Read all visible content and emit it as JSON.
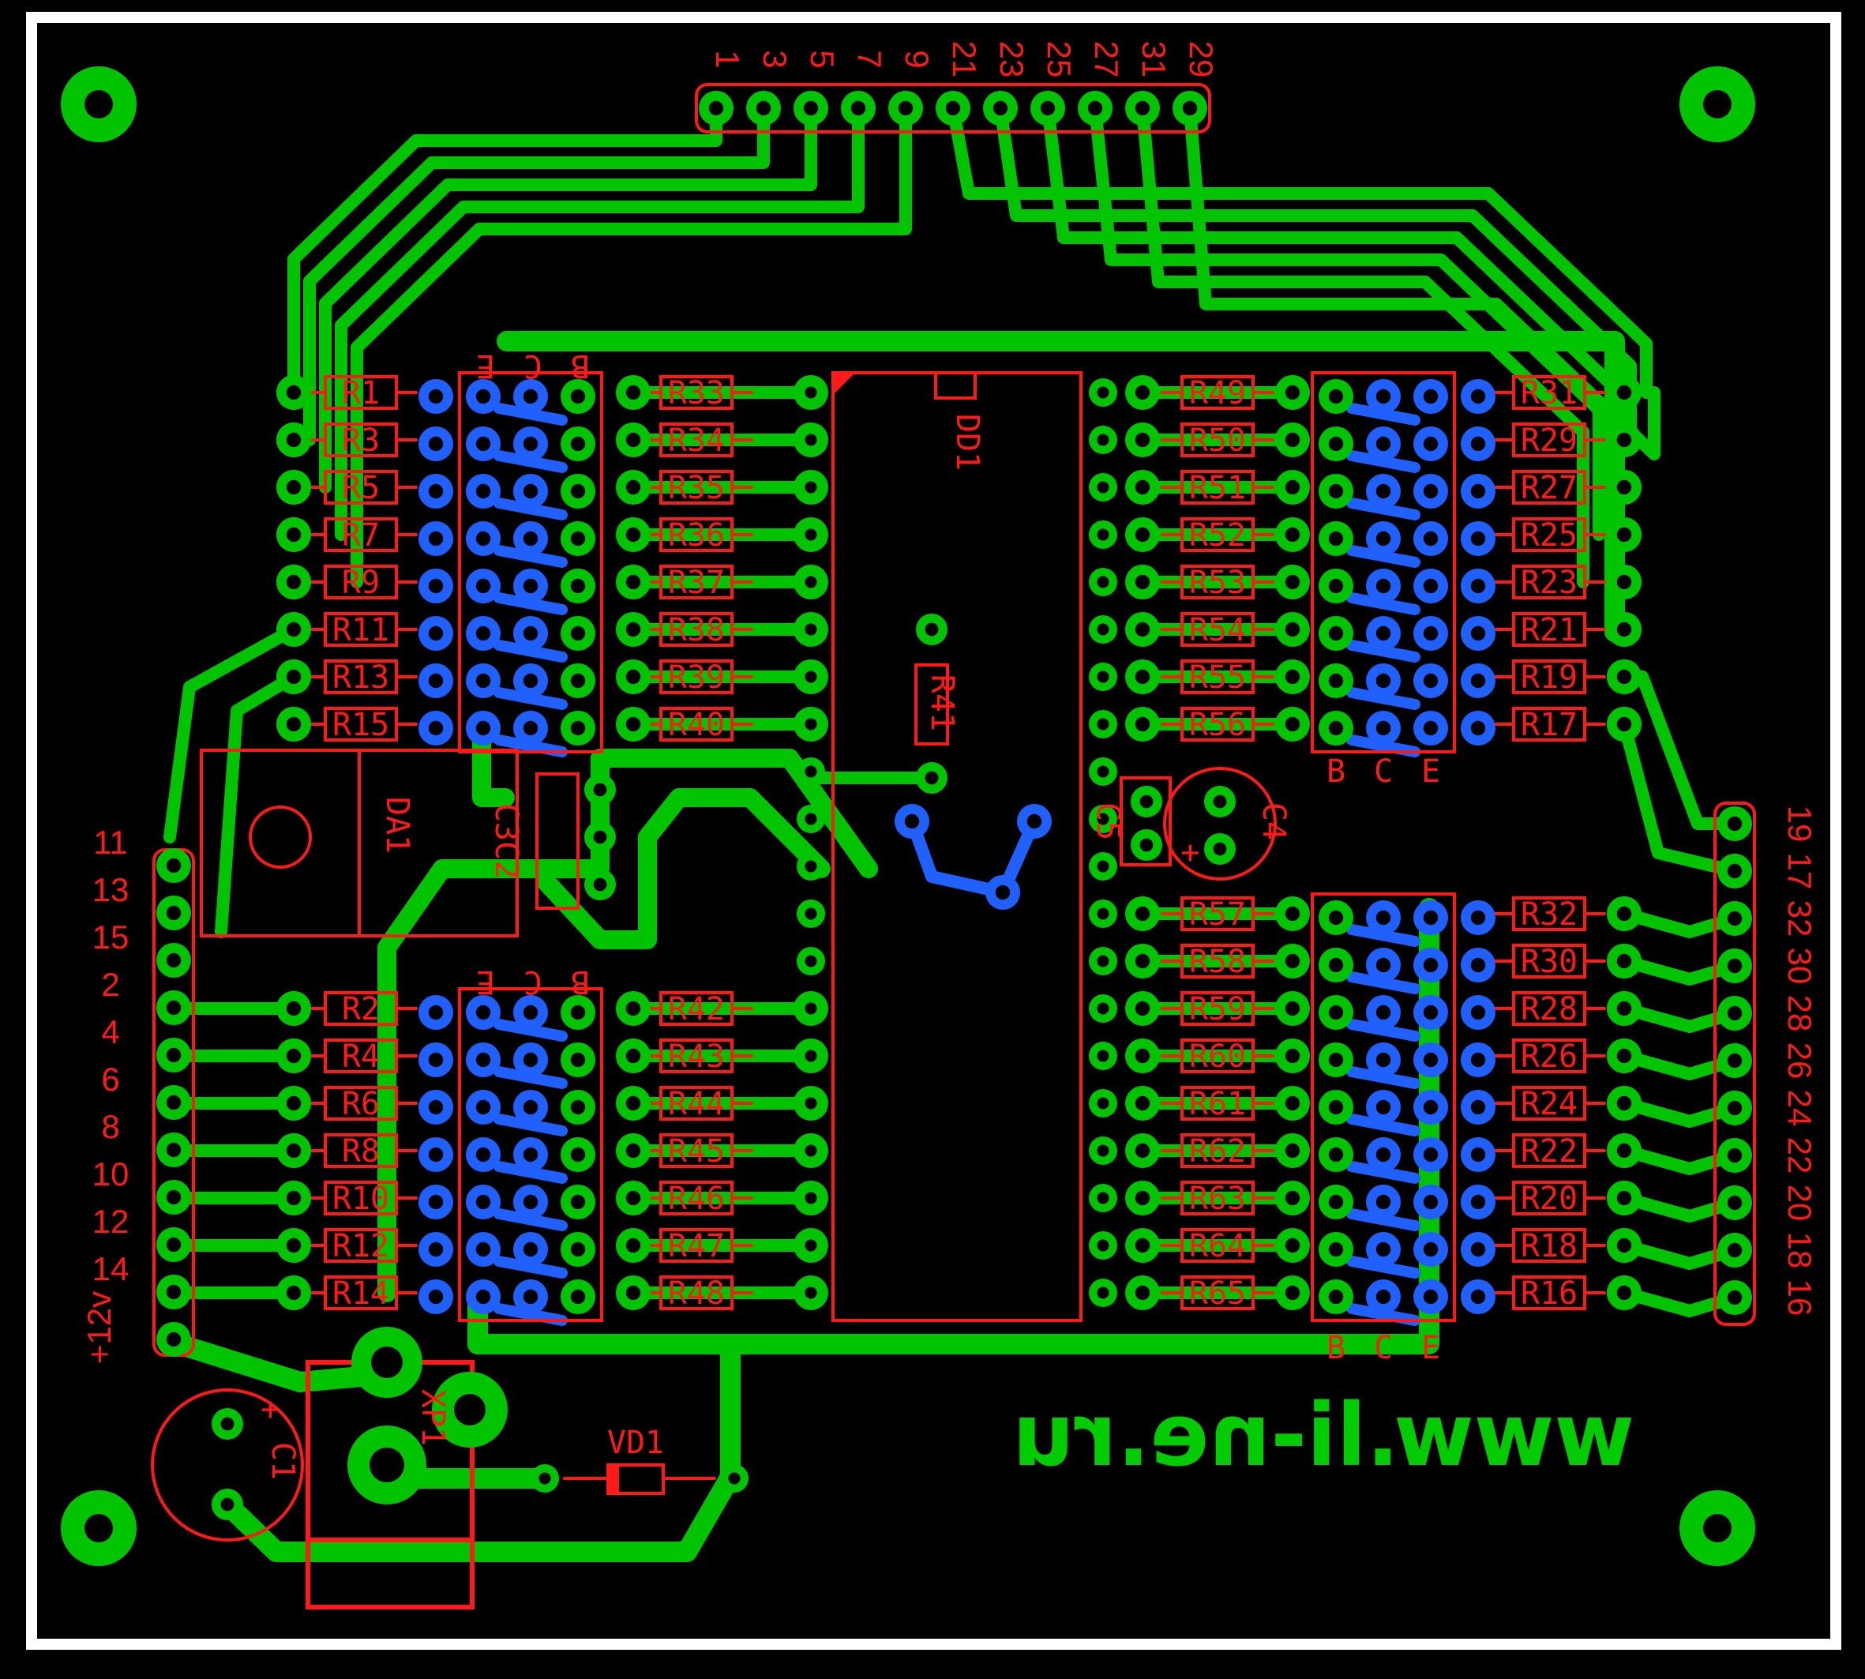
{
  "board": {
    "watermark": "www.li-ne.ru",
    "colors": {
      "background": "#000000",
      "border": "#ffffff",
      "copper_top": "#00c400",
      "copper_bottom": "#2060ff",
      "silkscreen": "#ff1a1a"
    }
  },
  "top_connector_pins": [
    "1",
    "3",
    "5",
    "7",
    "9",
    "21",
    "23",
    "25",
    "27",
    "31",
    "29"
  ],
  "right_connector_pins": [
    "19",
    "17",
    "32",
    "30",
    "28",
    "26",
    "24",
    "22",
    "20",
    "18",
    "16"
  ],
  "left_connector_pins": [
    "11",
    "13",
    "15",
    "2",
    "4",
    "6",
    "8",
    "10",
    "12",
    "14",
    "+12v"
  ],
  "components": {
    "ic": "DD1",
    "regulator": "DA1",
    "r41": "R41",
    "c1": "C1",
    "c1_polarity": "+",
    "c2": "C2",
    "c3": "C3",
    "c4": "C4",
    "c4_polarity": "+",
    "c5": "C5",
    "diode": "VD1",
    "jack": "XP1"
  },
  "transistor_pins": {
    "b": "B",
    "c": "C",
    "e": "E"
  },
  "resistors": {
    "left_top": [
      "R1",
      "R3",
      "R5",
      "R7",
      "R9",
      "R11",
      "R13",
      "R15"
    ],
    "mid_top": [
      "R33",
      "R34",
      "R35",
      "R36",
      "R37",
      "R38",
      "R39",
      "R40"
    ],
    "left_bottom": [
      "R2",
      "R4",
      "R6",
      "R8",
      "R10",
      "R12",
      "R14"
    ],
    "mid_bottom": [
      "R42",
      "R43",
      "R44",
      "R45",
      "R46",
      "R47",
      "R48"
    ],
    "right_mid_top": [
      "R49",
      "R50",
      "R51",
      "R52",
      "R53",
      "R54",
      "R55",
      "R56"
    ],
    "right_top": [
      "R31",
      "R29",
      "R27",
      "R25",
      "R23",
      "R21",
      "R19",
      "R17"
    ],
    "right_mid_bottom": [
      "R57",
      "R58",
      "R59",
      "R60",
      "R61",
      "R62",
      "R63",
      "R64",
      "R65"
    ],
    "right_bottom": [
      "R32",
      "R30",
      "R28",
      "R26",
      "R24",
      "R22",
      "R20",
      "R18",
      "R16"
    ]
  }
}
